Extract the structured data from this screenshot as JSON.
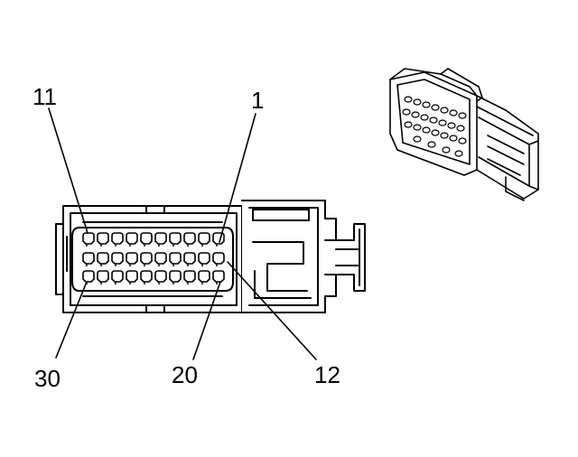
{
  "pin_labels": {
    "pin_11": "11",
    "pin_1": "1",
    "pin_30": "30",
    "pin_20": "20",
    "pin_12": "12"
  },
  "connector": {
    "cavity_rows": 3,
    "cavities_per_row": 10,
    "total_cavities": 30
  },
  "colors": {
    "line": "#000000",
    "background": "#ffffff"
  }
}
